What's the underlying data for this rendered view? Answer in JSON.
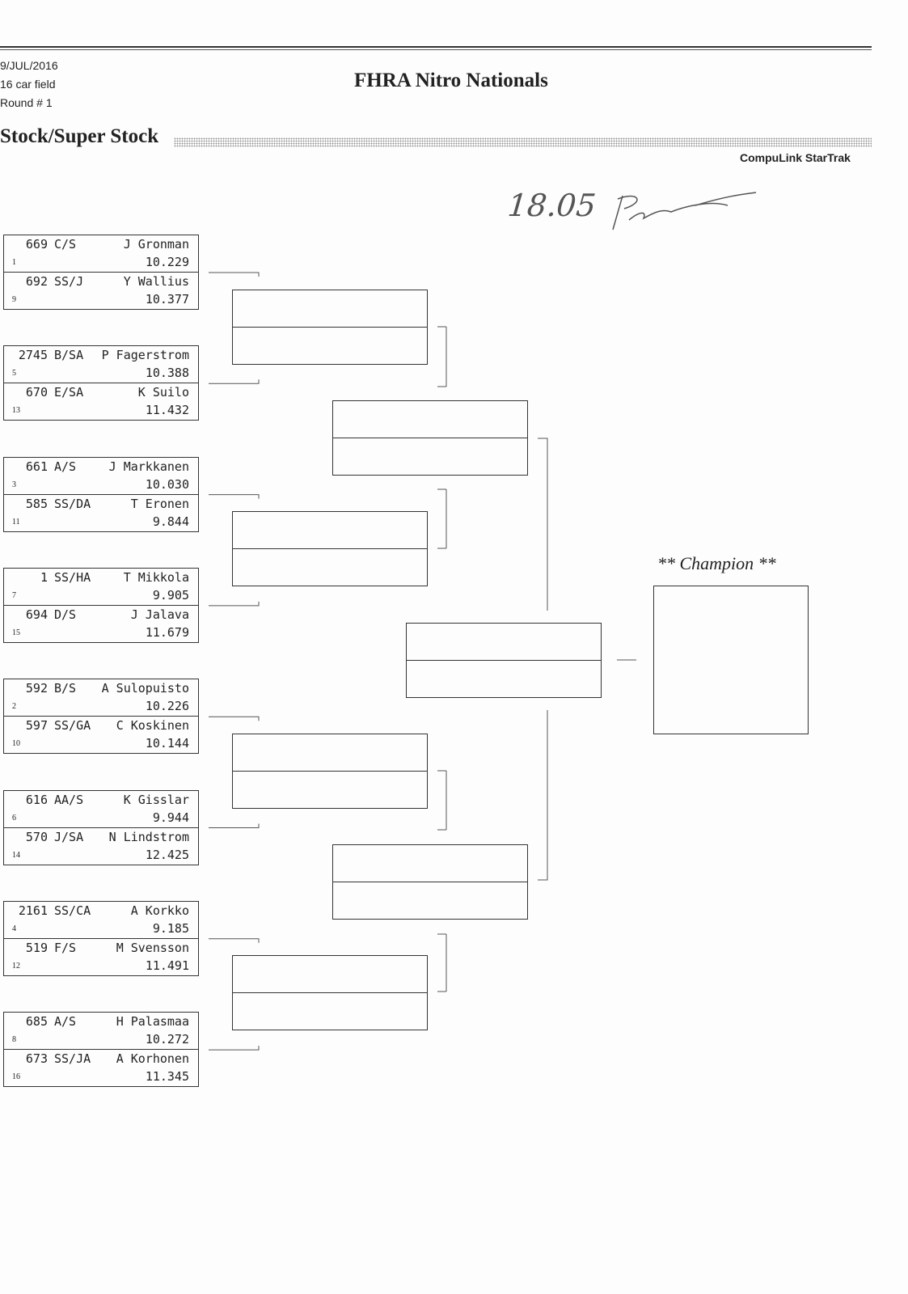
{
  "header": {
    "date": "9/JUL/2016",
    "field": "16 car field",
    "round": "Round # 1",
    "event_title": "FHRA Nitro Nationals",
    "class_title": "Stock/Super Stock",
    "brand": "CompuLink StarTrak"
  },
  "handwritten_note": "18.05",
  "handwritten_signature": "signature",
  "first_round": [
    [
      {
        "number": "669",
        "class": "C/S",
        "name": "J Gronman",
        "et": "10.229",
        "seed": "1"
      },
      {
        "number": "692",
        "class": "SS/J",
        "name": "Y Wallius",
        "et": "10.377",
        "seed": "9"
      }
    ],
    [
      {
        "number": "2745",
        "class": "B/SA",
        "name": "P Fagerstrom",
        "et": "10.388",
        "seed": "5"
      },
      {
        "number": "670",
        "class": "E/SA",
        "name": "K Suilo",
        "et": "11.432",
        "seed": "13"
      }
    ],
    [
      {
        "number": "661",
        "class": "A/S",
        "name": "J Markkanen",
        "et": "10.030",
        "seed": "3"
      },
      {
        "number": "585",
        "class": "SS/DA",
        "name": "T Eronen",
        "et": "9.844",
        "seed": "11"
      }
    ],
    [
      {
        "number": "1",
        "class": "SS/HA",
        "name": "T Mikkola",
        "et": "9.905",
        "seed": "7"
      },
      {
        "number": "694",
        "class": "D/S",
        "name": "J Jalava",
        "et": "11.679",
        "seed": "15"
      }
    ],
    [
      {
        "number": "592",
        "class": "B/S",
        "name": "A Sulopuisto",
        "et": "10.226",
        "seed": "2"
      },
      {
        "number": "597",
        "class": "SS/GA",
        "name": "C Koskinen",
        "et": "10.144",
        "seed": "10"
      }
    ],
    [
      {
        "number": "616",
        "class": "AA/S",
        "name": "K Gisslar",
        "et": "9.944",
        "seed": "6"
      },
      {
        "number": "570",
        "class": "J/SA",
        "name": "N Lindstrom",
        "et": "12.425",
        "seed": "14"
      }
    ],
    [
      {
        "number": "2161",
        "class": "SS/CA",
        "name": "A Korkko",
        "et": "9.185",
        "seed": "4"
      },
      {
        "number": "519",
        "class": "F/S",
        "name": "M Svensson",
        "et": "11.491",
        "seed": "12"
      }
    ],
    [
      {
        "number": "685",
        "class": "A/S",
        "name": "H Palasmaa",
        "et": "10.272",
        "seed": "8"
      },
      {
        "number": "673",
        "class": "SS/JA",
        "name": "A Korhonen",
        "et": "11.345",
        "seed": "16"
      }
    ]
  ],
  "champion_label": "** Champion **"
}
